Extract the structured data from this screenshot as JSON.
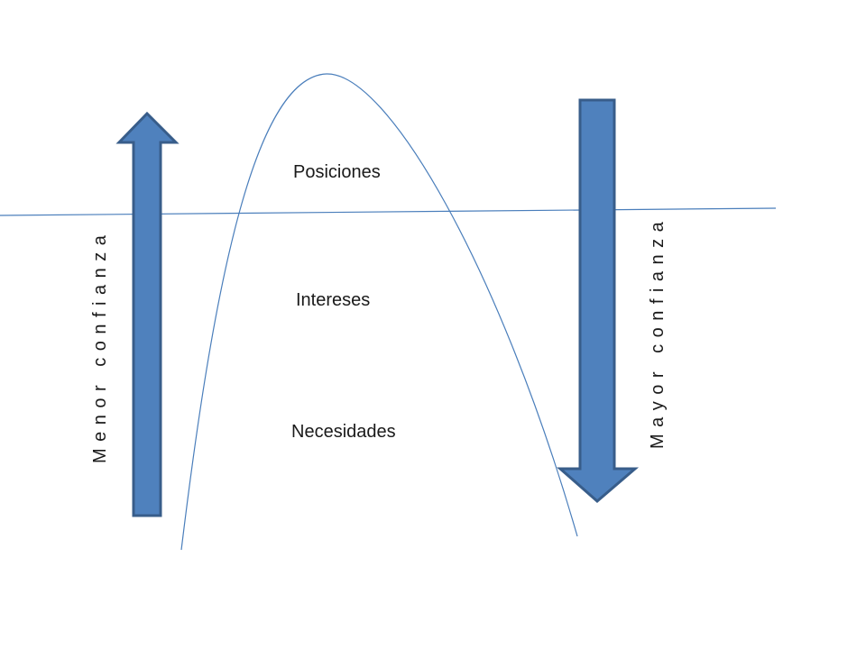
{
  "diagram": {
    "levels": {
      "top": "Posiciones",
      "middle": "Intereses",
      "bottom": "Necesidades"
    },
    "left_arrow": {
      "direction": "up",
      "label": "Menor confianza"
    },
    "right_arrow": {
      "direction": "down",
      "label": "Mayor confianza"
    },
    "colors": {
      "arrow_fill": "#4f81bd",
      "arrow_stroke": "#385d8a",
      "line": "#4a7ebb"
    }
  }
}
